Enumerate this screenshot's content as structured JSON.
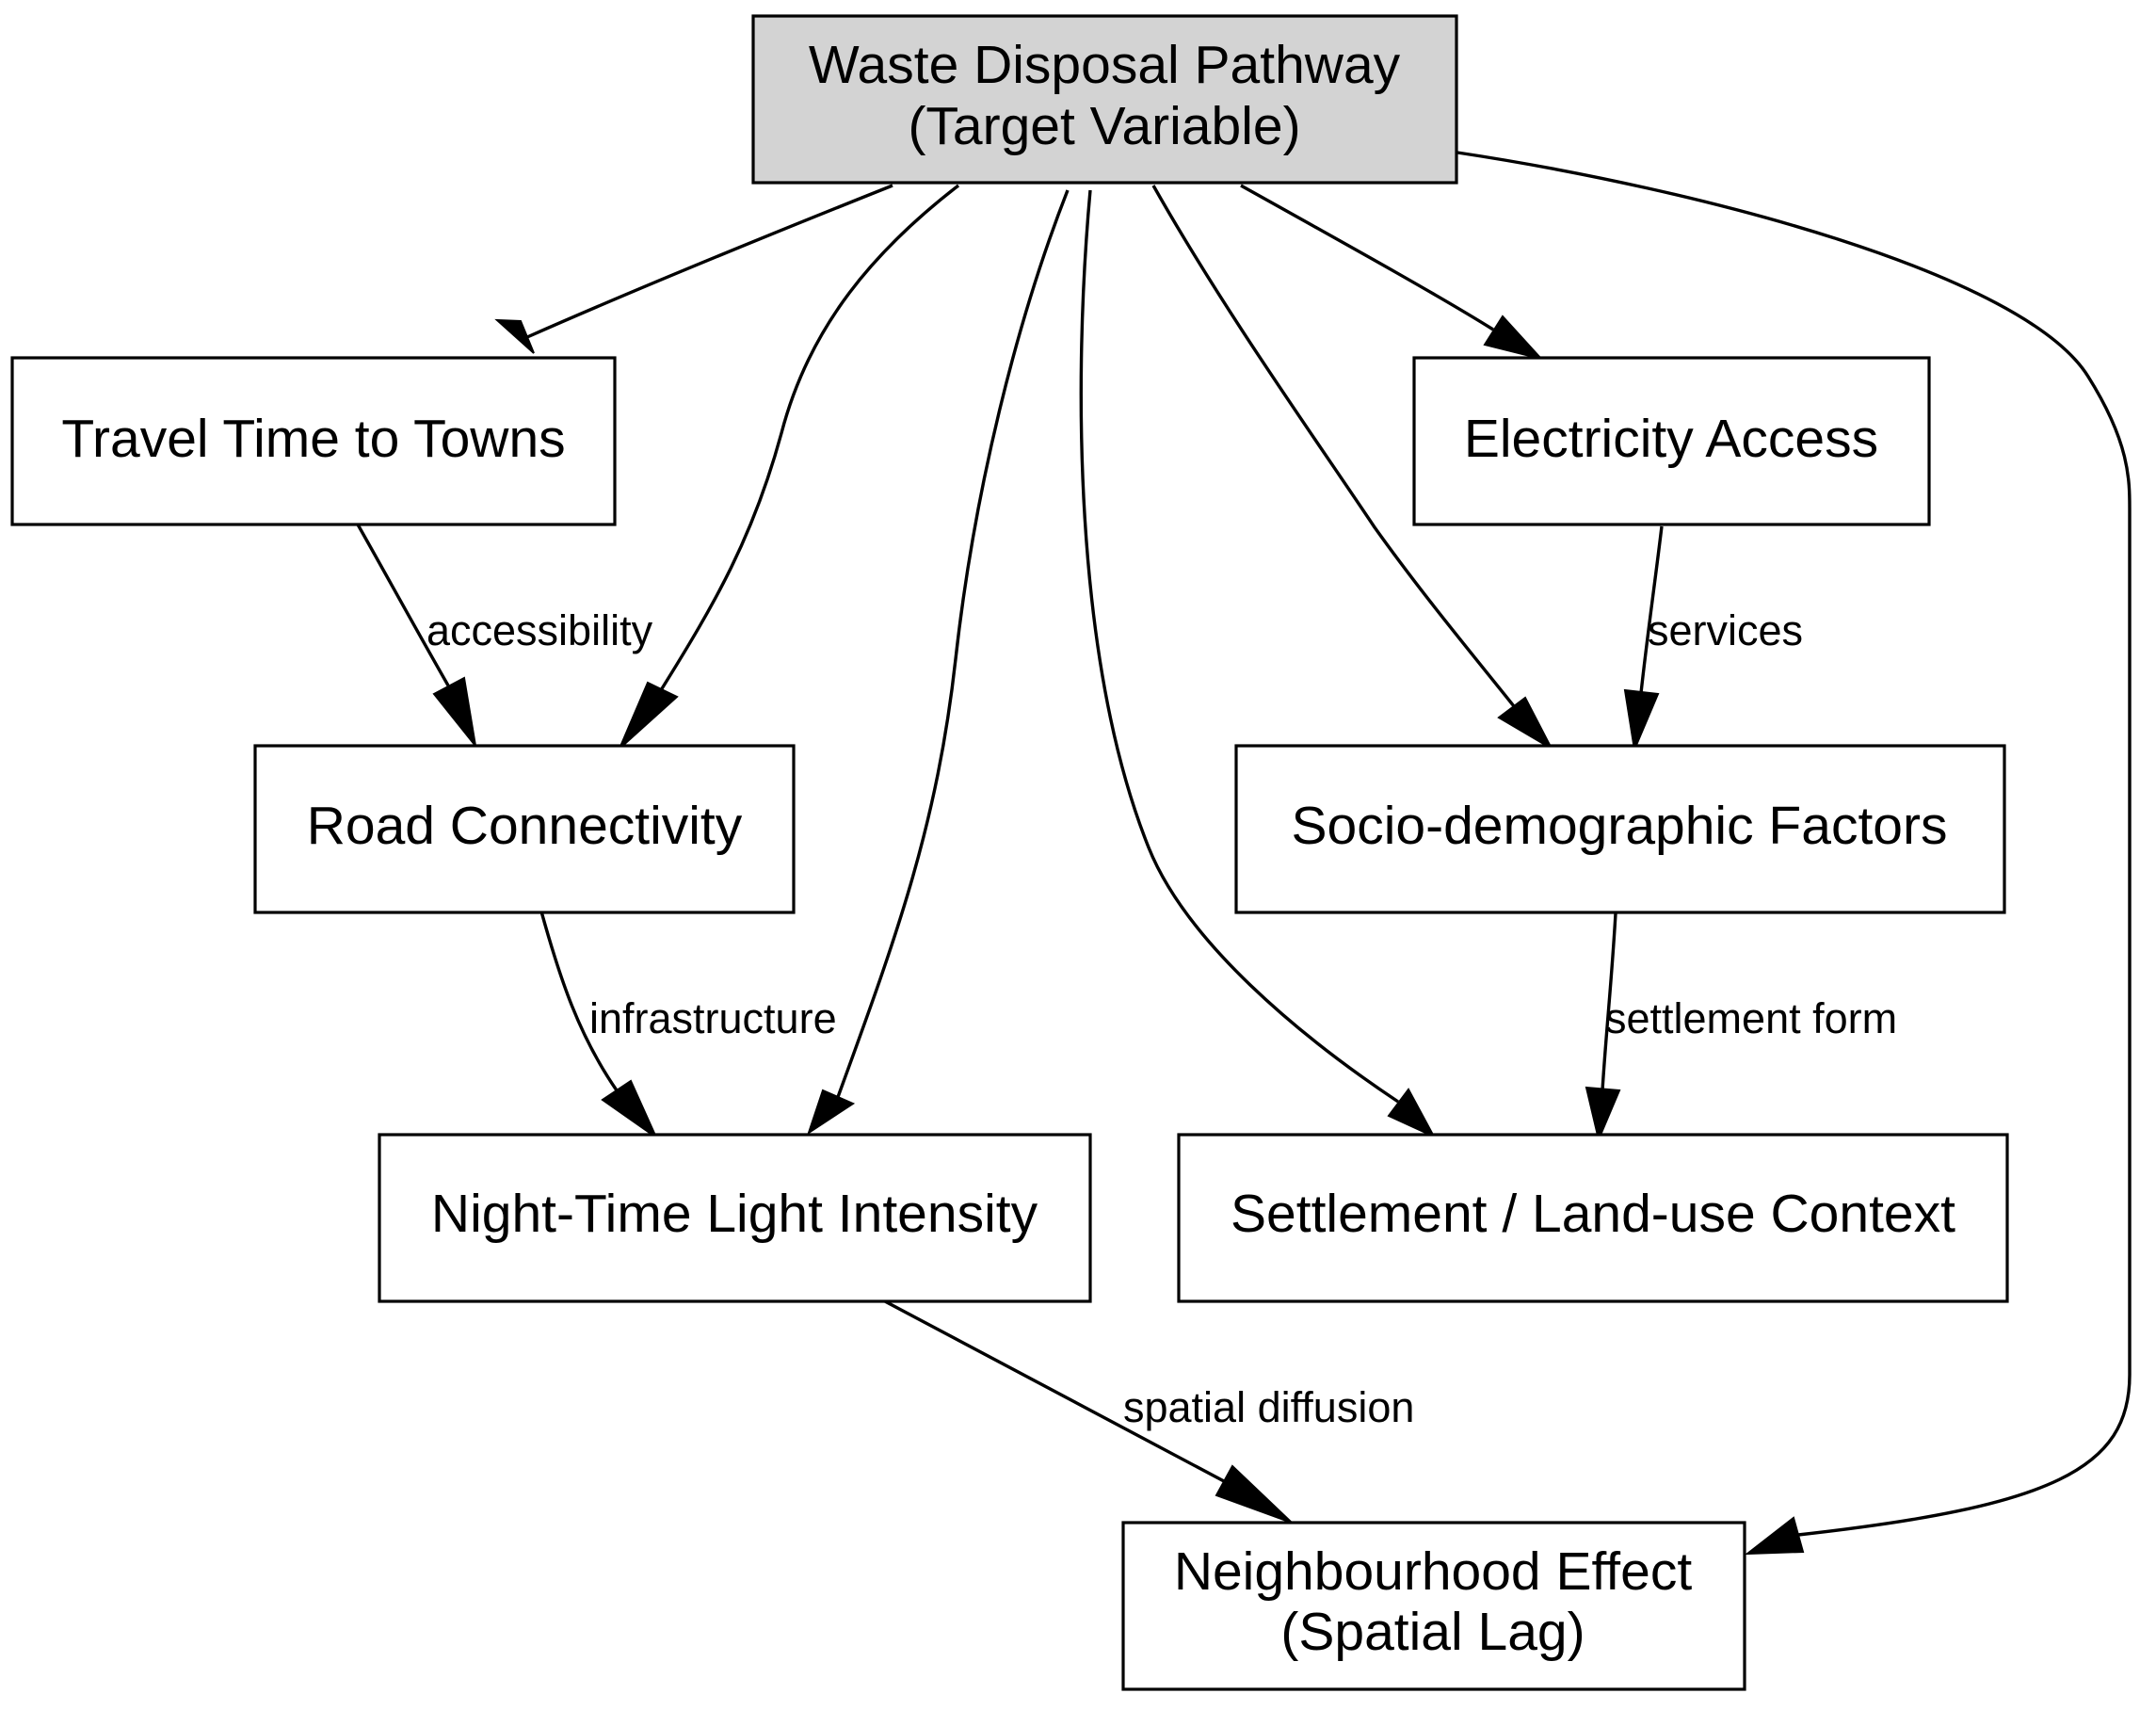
{
  "colors": {
    "target_fill": "#d3d3d3",
    "node_fill": "#ffffff",
    "stroke": "#000000"
  },
  "nodes": {
    "target": {
      "line1": "Waste Disposal Pathway",
      "line2": "(Target Variable)"
    },
    "travel": {
      "label": "Travel Time to Towns"
    },
    "electricity": {
      "label": "Electricity Access"
    },
    "road": {
      "label": "Road Connectivity"
    },
    "socio": {
      "label": "Socio-demographic Factors"
    },
    "ntl": {
      "label": "Night-Time Light Intensity"
    },
    "settlement": {
      "label": "Settlement / Land-use Context"
    },
    "neighbourhood": {
      "line1": "Neighbourhood Effect",
      "line2": "(Spatial Lag)"
    }
  },
  "edges": [
    {
      "from": "target",
      "to": "travel",
      "label": ""
    },
    {
      "from": "target",
      "to": "road",
      "label": ""
    },
    {
      "from": "target",
      "to": "ntl",
      "label": ""
    },
    {
      "from": "target",
      "to": "settlement",
      "label": ""
    },
    {
      "from": "target",
      "to": "socio",
      "label": ""
    },
    {
      "from": "target",
      "to": "electricity",
      "label": ""
    },
    {
      "from": "target",
      "to": "neighbourhood",
      "label": ""
    },
    {
      "from": "travel",
      "to": "road",
      "label": "accessibility"
    },
    {
      "from": "electricity",
      "to": "socio",
      "label": "services"
    },
    {
      "from": "road",
      "to": "ntl",
      "label": "infrastructure"
    },
    {
      "from": "socio",
      "to": "settlement",
      "label": "settlement form"
    },
    {
      "from": "ntl",
      "to": "neighbourhood",
      "label": "spatial diffusion"
    }
  ]
}
